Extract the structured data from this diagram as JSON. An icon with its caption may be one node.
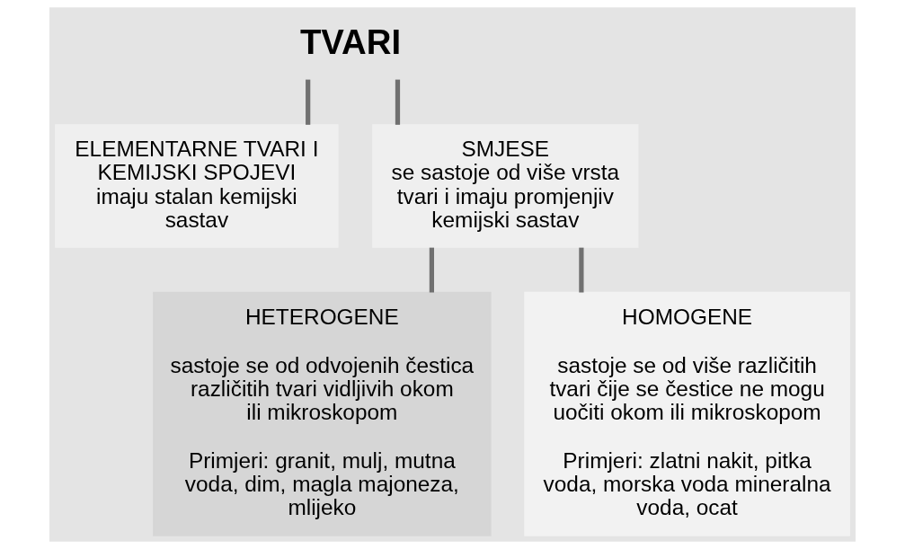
{
  "diagram": {
    "nodes": [
      {
        "text": [
          "TVARI"
        ]
      },
      {
        "text": [
          "ELEMENTARNE TVARI I KEMIJSKI SPOJEVI",
          "imaju stalan kemijski sastav"
        ]
      },
      {
        "text": [
          "SMJESE",
          "se sastoje od više vrsta tvari i imaju promjenjiv kemijski sastav"
        ]
      },
      {
        "text": [
          "HETEROGENE",
          "sastoje se od odvojenih čestica različitih tvari vidljivih okom ili mikroskopom",
          "Primjeri: granit, mulj, mutna voda, dim, magla majoneza, mlijeko"
        ]
      },
      {
        "text": [
          "HOMOGENE",
          "sastoje se od više različitih tvari čije se čestice ne mogu uočiti okom ili mikroskopom",
          "Primjeri: zlatni nakit, pitka voda, morska voda mineralna voda, ocat"
        ]
      }
    ],
    "edges": [
      {
        "from": 0,
        "to": 1,
        "arrow": "none"
      },
      {
        "from": 0,
        "to": 2,
        "arrow": "none"
      },
      {
        "from": 2,
        "to": 3,
        "arrow": "none"
      },
      {
        "from": 2,
        "to": 4,
        "arrow": "none"
      }
    ]
  }
}
